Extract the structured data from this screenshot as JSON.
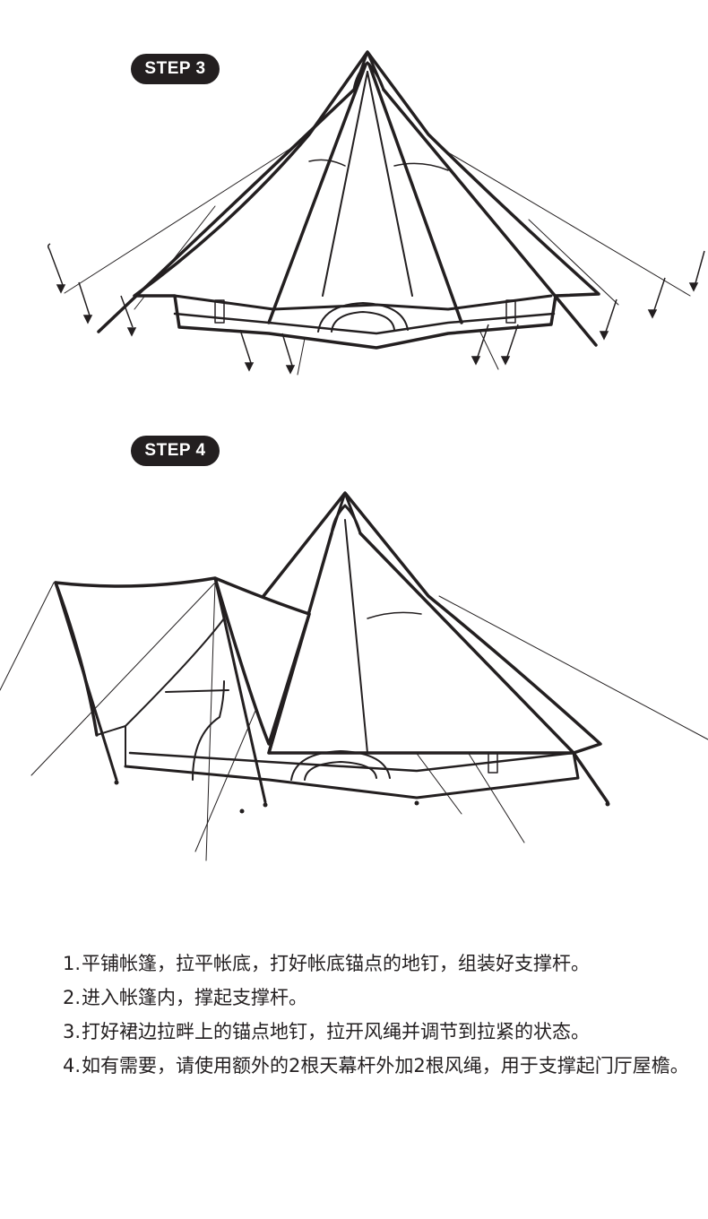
{
  "steps": [
    {
      "label": "STEP 3"
    },
    {
      "label": "STEP 4"
    }
  ],
  "instructions": [
    {
      "num": "1.",
      "text": "平铺帐篷，拉平帐底，打好帐底锚点的地钉，组装好支撑杆。"
    },
    {
      "num": "2.",
      "text": "进入帐篷内，撑起支撑杆。"
    },
    {
      "num": "3.",
      "text": "打好裙边拉畔上的锚点地钉，拉开风绳并调节到拉紧的状态。"
    },
    {
      "num": "4.",
      "text": "如有需要，请使用额外的2根天幕杆外加2根风绳，用于支撑起门厅屋檐。"
    }
  ],
  "colors": {
    "ink": "#231f20",
    "background": "#ffffff"
  },
  "icons": [
    "tent-line-drawing",
    "ground-stake-icon",
    "down-arrow-icon"
  ]
}
